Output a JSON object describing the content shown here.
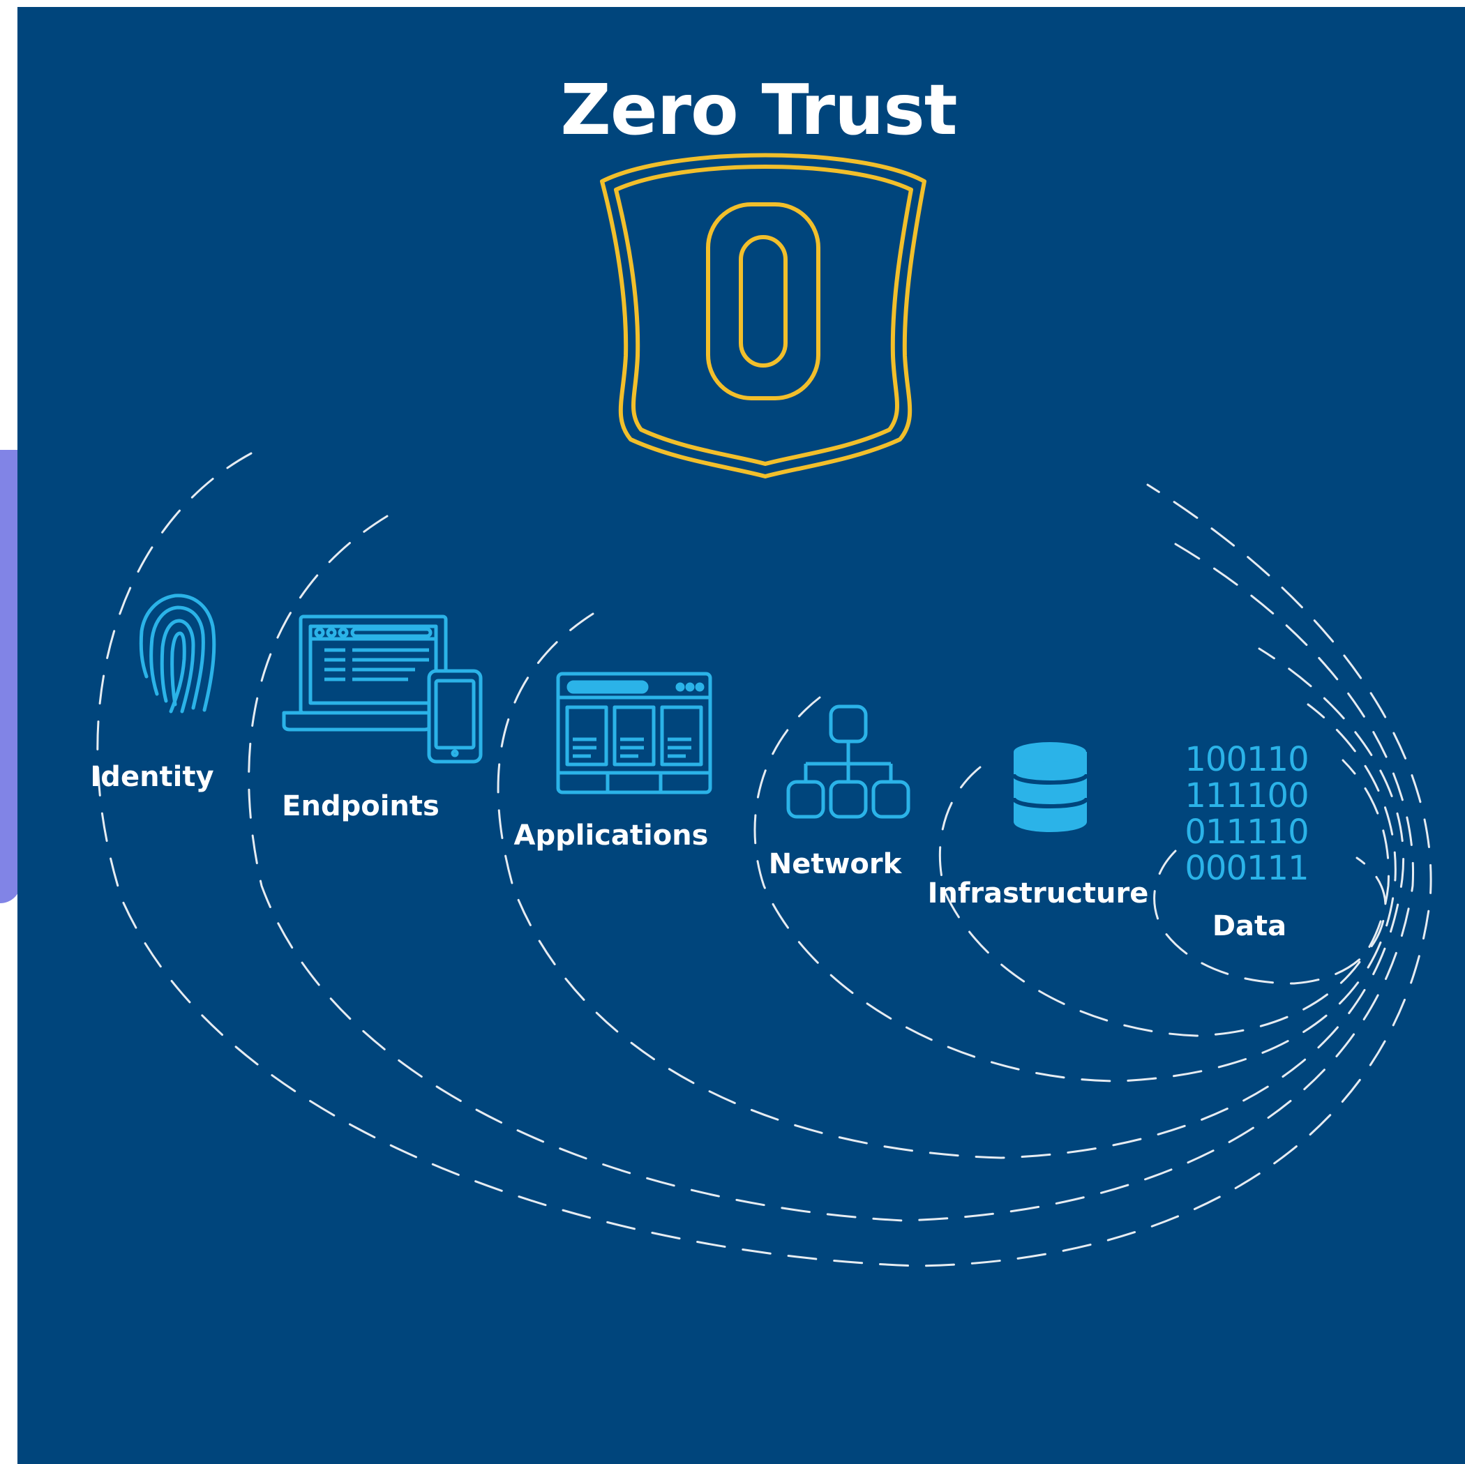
{
  "title": "Zero Trust",
  "colors": {
    "background": "#00457c",
    "accent_strip": "#8184e6",
    "shield": "#f2bf2b",
    "icon": "#2bb3e8",
    "text": "#ffffff",
    "rings": "#ffffff"
  },
  "layers": [
    {
      "label": "Identity",
      "icon": "fingerprint-icon"
    },
    {
      "label": "Endpoints",
      "icon": "laptop-phone-icon"
    },
    {
      "label": "Applications",
      "icon": "app-window-icon"
    },
    {
      "label": "Network",
      "icon": "network-icon"
    },
    {
      "label": "Infrastructure",
      "icon": "database-icon"
    },
    {
      "label": "Data",
      "icon": "binary-data-icon"
    }
  ],
  "binary": [
    "100110",
    "111100",
    "011110",
    "000111"
  ]
}
